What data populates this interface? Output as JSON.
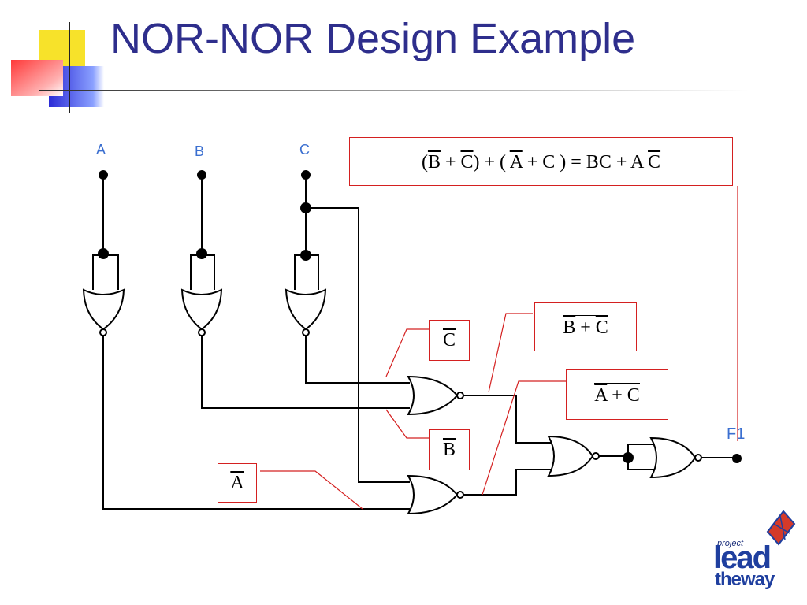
{
  "slide": {
    "title": "NOR-NOR Design Example"
  },
  "inputs": {
    "a": "A",
    "b": "B",
    "c": "C"
  },
  "output": "F1",
  "equation": {
    "part1": "(",
    "bbar": "B",
    "plus1": " + ",
    "cbar": "C",
    "part2": ") + ( ",
    "abar": "A",
    "plus2": " + C ) = BC + A ",
    "c2bar": "C"
  },
  "labels": {
    "c_inv": "C",
    "b_inv": "B",
    "a_inv": "A",
    "b_plus_c": {
      "b": "B",
      "op": " + ",
      "c": "C"
    },
    "a_plus_c": {
      "a": "A",
      "op": " + C"
    }
  },
  "logo": {
    "small": "project",
    "main": "lead",
    "sub": "theway"
  },
  "colors": {
    "title": "#2e2e8c",
    "callout_border": "#d42020",
    "signal_label": "#3b6fd0",
    "logo_blue": "#1f3f9f"
  }
}
